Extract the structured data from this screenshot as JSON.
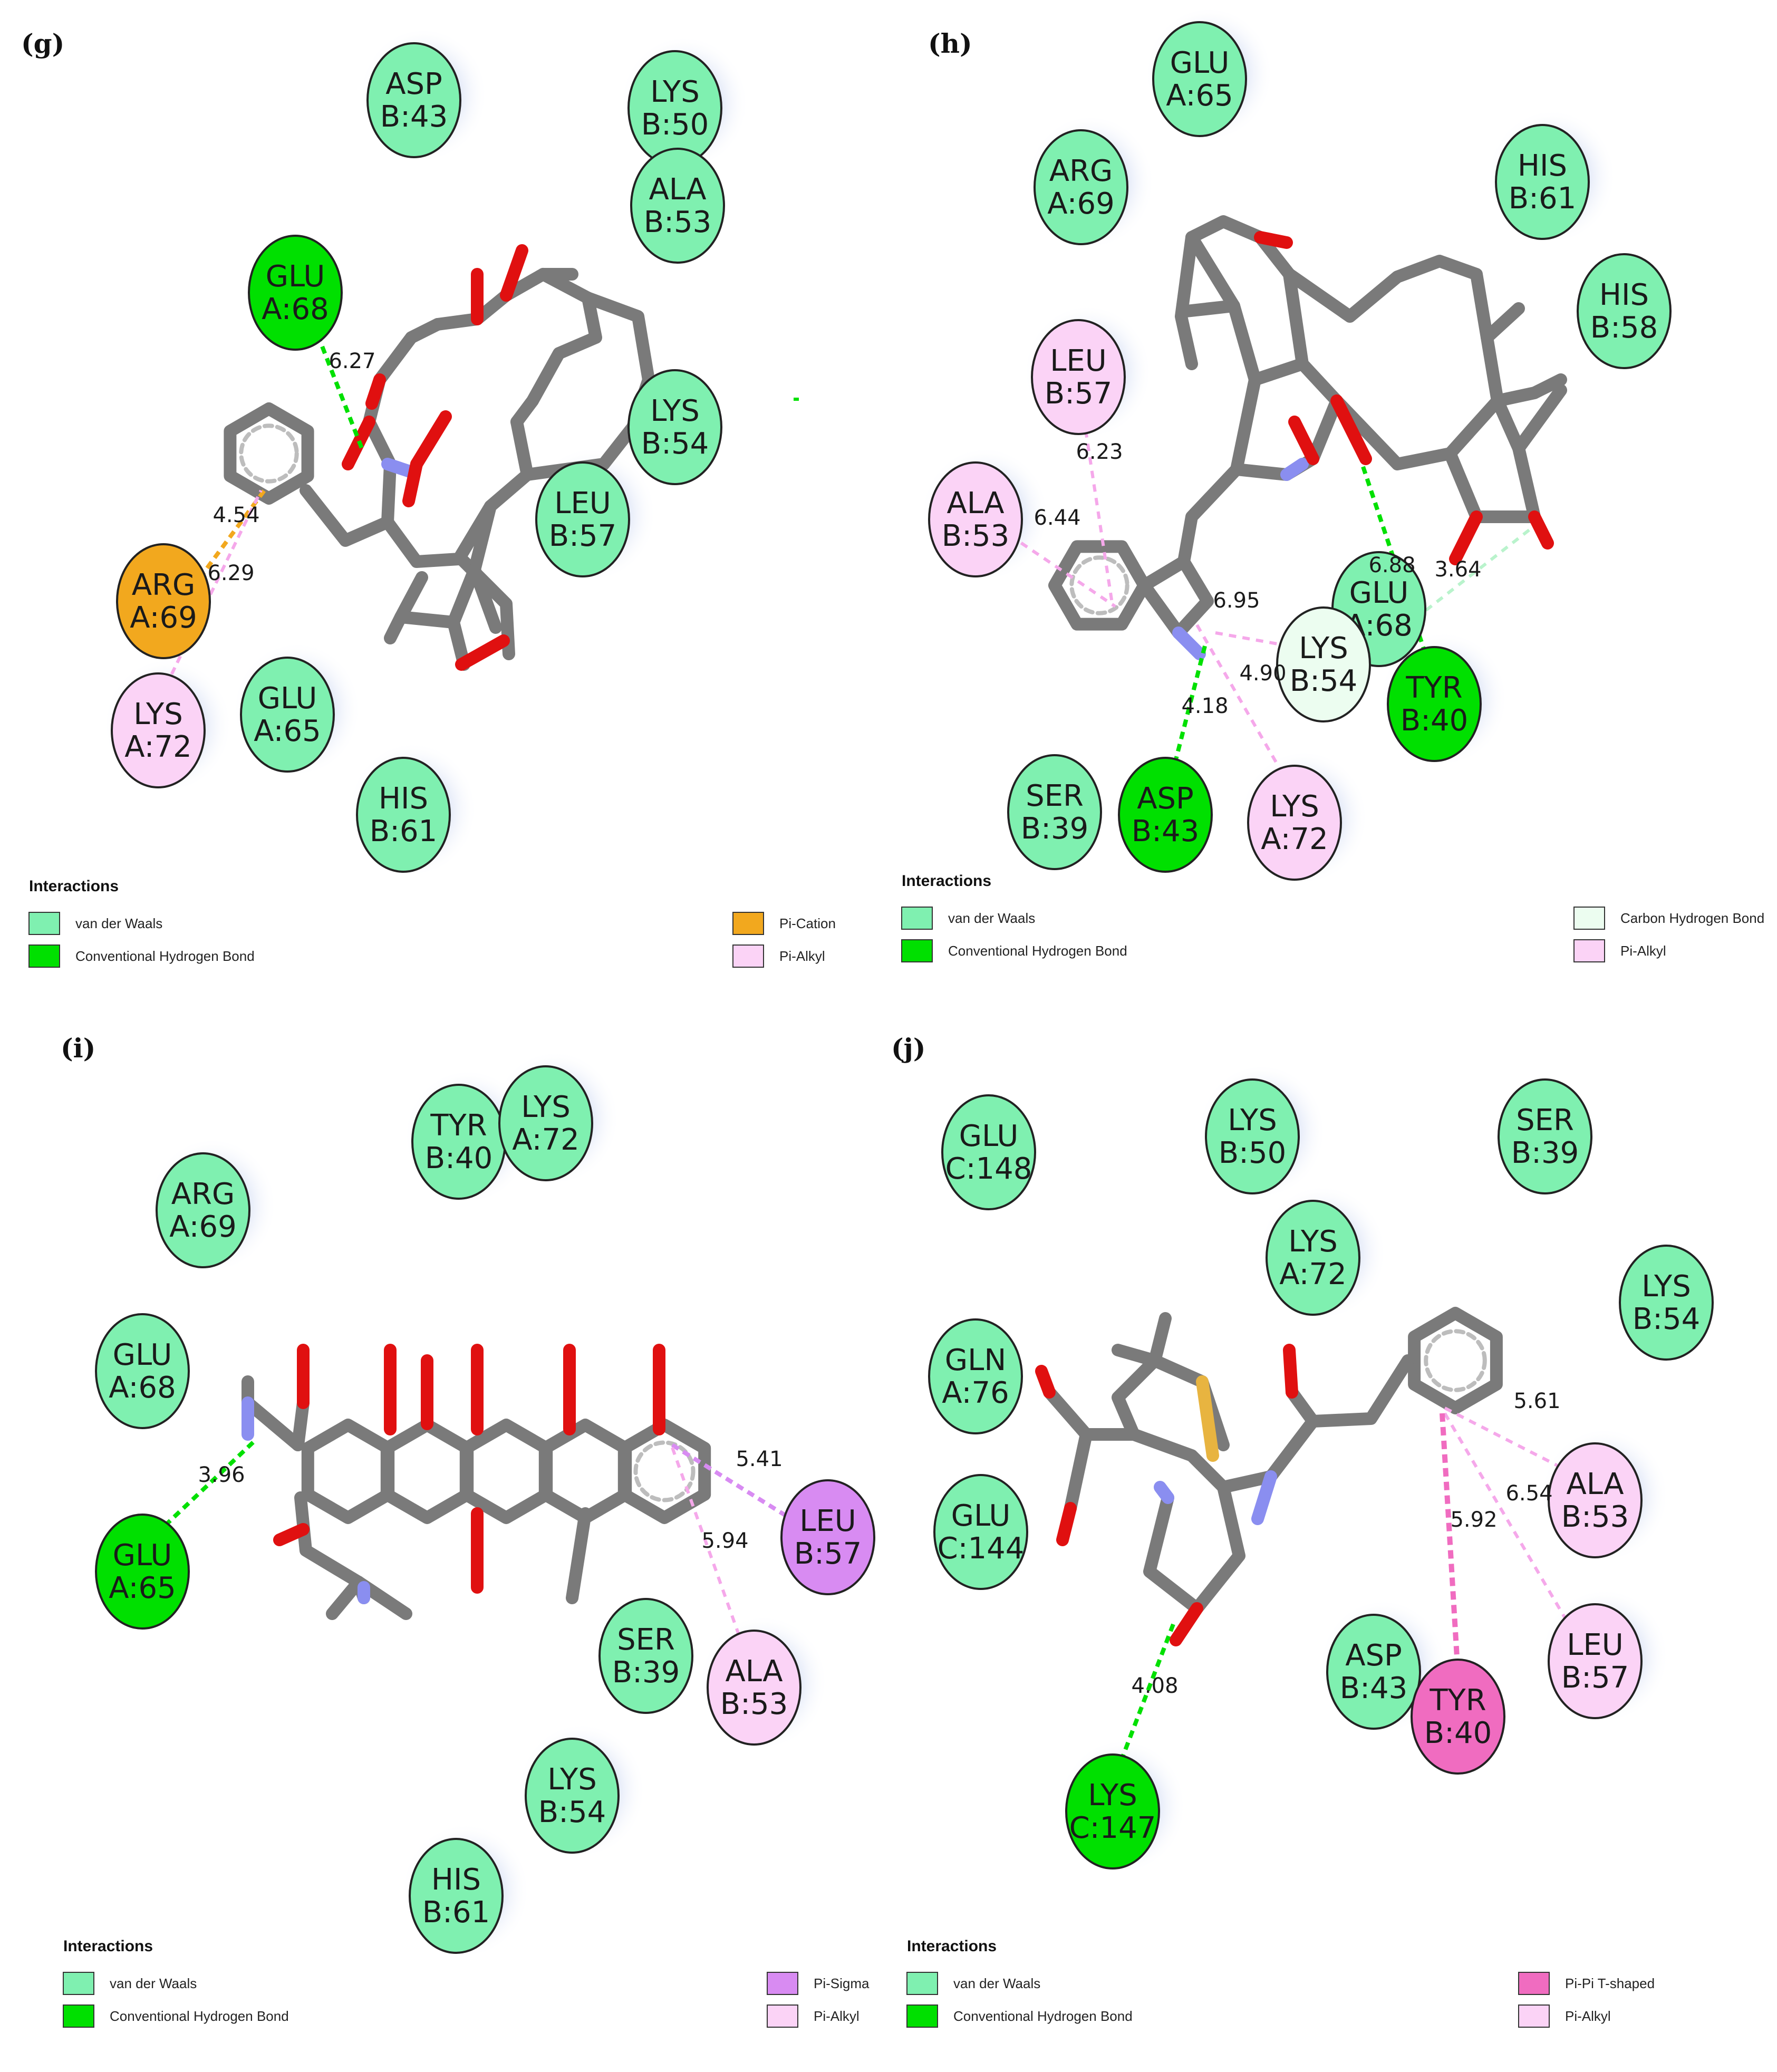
{
  "colors": {
    "vdw": "#7ff0b0",
    "hbond": "#00e000",
    "pi_cation": "#f2a81e",
    "pi_alkyl": "#fbd3f6",
    "carbon_hbond": "#ecfdf0",
    "pi_sigma": "#d88bf2",
    "pi_pi_t": "#f06cc0",
    "bond": "#7a7a7a",
    "oxygen": "#e01010",
    "nitrogen": "#8a8ef0",
    "sulfur": "#e8b440"
  },
  "panels": [
    {
      "label": "(g)",
      "legend": {
        "title": "Interactions",
        "items": [
          {
            "label": "van der Waals",
            "color": "#7ff0b0"
          },
          {
            "label": "Conventional Hydrogen Bond",
            "color": "#00e000"
          },
          {
            "label": "Pi-Cation",
            "color": "#f2a81e"
          },
          {
            "label": "Pi-Alkyl",
            "color": "#fbd3f6"
          }
        ]
      },
      "residues": [
        {
          "l1": "ASP",
          "l2": "B:43",
          "type": "vdw"
        },
        {
          "l1": "LYS",
          "l2": "B:50",
          "type": "vdw"
        },
        {
          "l1": "ALA",
          "l2": "B:53",
          "type": "vdw"
        },
        {
          "l1": "GLU",
          "l2": "A:68",
          "type": "hbond"
        },
        {
          "l1": "LYS",
          "l2": "B:54",
          "type": "vdw"
        },
        {
          "l1": "LEU",
          "l2": "B:57",
          "type": "vdw"
        },
        {
          "l1": "ARG",
          "l2": "A:69",
          "type": "pi_cation"
        },
        {
          "l1": "LYS",
          "l2": "A:72",
          "type": "pi_alkyl"
        },
        {
          "l1": "GLU",
          "l2": "A:65",
          "type": "vdw"
        },
        {
          "l1": "HIS",
          "l2": "B:61",
          "type": "vdw"
        }
      ],
      "distances": [
        "6.27",
        "4.54",
        "6.29"
      ]
    },
    {
      "label": "(h)",
      "legend": {
        "title": "Interactions",
        "items": [
          {
            "label": "van der Waals",
            "color": "#7ff0b0"
          },
          {
            "label": "Conventional Hydrogen Bond",
            "color": "#00e000"
          },
          {
            "label": "Carbon Hydrogen Bond",
            "color": "#ecfdf0"
          },
          {
            "label": "Pi-Alkyl",
            "color": "#fbd3f6"
          }
        ]
      },
      "residues": [
        {
          "l1": "GLU",
          "l2": "A:65",
          "type": "vdw"
        },
        {
          "l1": "ARG",
          "l2": "A:69",
          "type": "vdw"
        },
        {
          "l1": "HIS",
          "l2": "B:61",
          "type": "vdw"
        },
        {
          "l1": "HIS",
          "l2": "B:58",
          "type": "vdw"
        },
        {
          "l1": "LEU",
          "l2": "B:57",
          "type": "pi_alkyl"
        },
        {
          "l1": "ALA",
          "l2": "B:53",
          "type": "pi_alkyl"
        },
        {
          "l1": "GLU",
          "l2": "A:68",
          "type": "vdw"
        },
        {
          "l1": "LYS",
          "l2": "B:54",
          "type": "carbon_hbond"
        },
        {
          "l1": "TYR",
          "l2": "B:40",
          "type": "hbond"
        },
        {
          "l1": "SER",
          "l2": "B:39",
          "type": "vdw"
        },
        {
          "l1": "ASP",
          "l2": "B:43",
          "type": "hbond"
        },
        {
          "l1": "LYS",
          "l2": "A:72",
          "type": "pi_alkyl"
        }
      ],
      "distances": [
        "6.23",
        "6.44",
        "6.95",
        "6.88",
        "3.64",
        "4.90",
        "4.18"
      ]
    },
    {
      "label": "(i)",
      "legend": {
        "title": "Interactions",
        "items": [
          {
            "label": "van der Waals",
            "color": "#7ff0b0"
          },
          {
            "label": "Conventional Hydrogen Bond",
            "color": "#00e000"
          },
          {
            "label": "Pi-Sigma",
            "color": "#d88bf2"
          },
          {
            "label": "Pi-Alkyl",
            "color": "#fbd3f6"
          }
        ]
      },
      "residues": [
        {
          "l1": "TYR",
          "l2": "B:40",
          "type": "vdw"
        },
        {
          "l1": "LYS",
          "l2": "A:72",
          "type": "vdw"
        },
        {
          "l1": "ARG",
          "l2": "A:69",
          "type": "vdw"
        },
        {
          "l1": "GLU",
          "l2": "A:68",
          "type": "vdw"
        },
        {
          "l1": "GLU",
          "l2": "A:65",
          "type": "hbond"
        },
        {
          "l1": "LEU",
          "l2": "B:57",
          "type": "pi_sigma"
        },
        {
          "l1": "ALA",
          "l2": "B:53",
          "type": "pi_alkyl"
        },
        {
          "l1": "SER",
          "l2": "B:39",
          "type": "vdw"
        },
        {
          "l1": "LYS",
          "l2": "B:54",
          "type": "vdw"
        },
        {
          "l1": "HIS",
          "l2": "B:61",
          "type": "vdw"
        }
      ],
      "distances": [
        "3.96",
        "5.41",
        "5.94"
      ]
    },
    {
      "label": "(j)",
      "legend": {
        "title": "Interactions",
        "items": [
          {
            "label": "van der Waals",
            "color": "#7ff0b0"
          },
          {
            "label": "Conventional Hydrogen Bond",
            "color": "#00e000"
          },
          {
            "label": "Pi-Pi T-shaped",
            "color": "#f06cc0"
          },
          {
            "label": "Pi-Alkyl",
            "color": "#fbd3f6"
          }
        ]
      },
      "residues": [
        {
          "l1": "GLU",
          "l2": "C:148",
          "type": "vdw"
        },
        {
          "l1": "LYS",
          "l2": "B:50",
          "type": "vdw"
        },
        {
          "l1": "SER",
          "l2": "B:39",
          "type": "vdw"
        },
        {
          "l1": "LYS",
          "l2": "A:72",
          "type": "vdw"
        },
        {
          "l1": "LYS",
          "l2": "B:54",
          "type": "vdw"
        },
        {
          "l1": "GLN",
          "l2": "A:76",
          "type": "vdw"
        },
        {
          "l1": "GLU",
          "l2": "C:144",
          "type": "vdw"
        },
        {
          "l1": "ALA",
          "l2": "B:53",
          "type": "pi_alkyl"
        },
        {
          "l1": "LEU",
          "l2": "B:57",
          "type": "pi_alkyl"
        },
        {
          "l1": "ASP",
          "l2": "B:43",
          "type": "vdw"
        },
        {
          "l1": "TYR",
          "l2": "B:40",
          "type": "pi_pi_t"
        },
        {
          "l1": "LYS",
          "l2": "C:147",
          "type": "hbond"
        }
      ],
      "distances": [
        "5.61",
        "6.54",
        "5.92",
        "4.08"
      ]
    }
  ]
}
